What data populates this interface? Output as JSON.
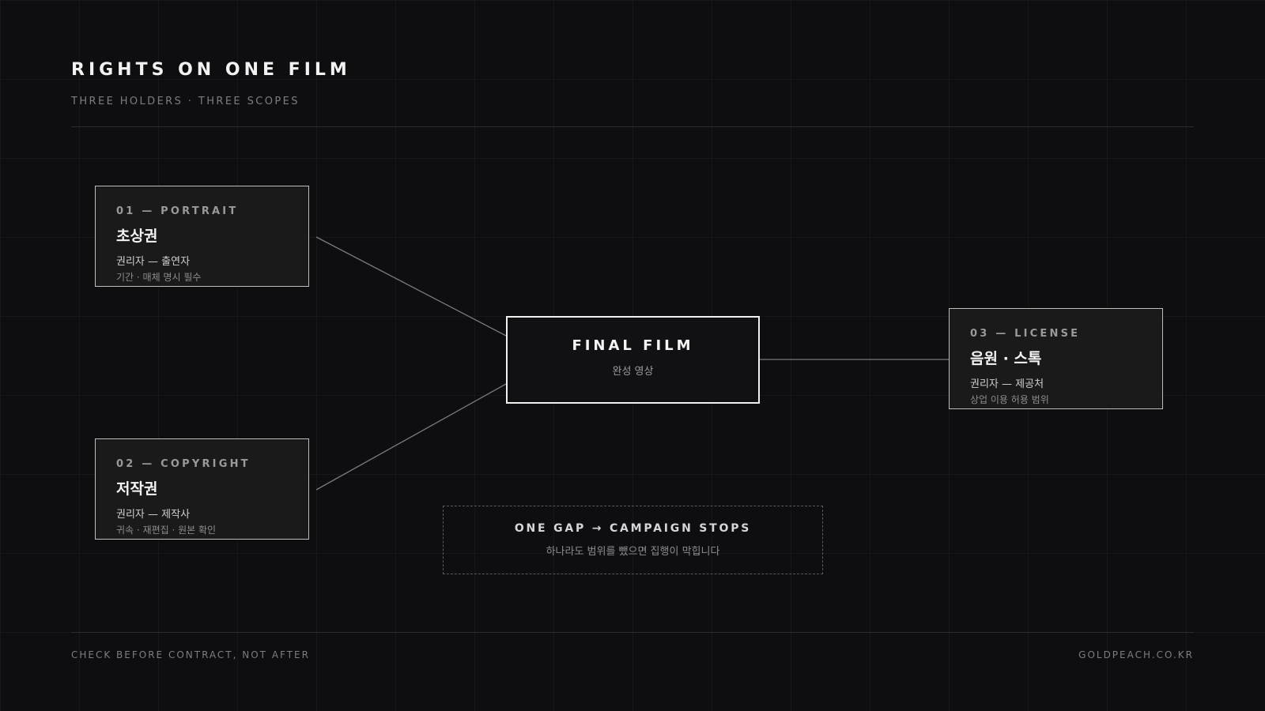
{
  "header": {
    "title": "RIGHTS ON ONE FILM",
    "subtitle": "THREE HOLDERS · THREE SCOPES"
  },
  "boxes": {
    "portrait": {
      "tag": "01 — PORTRAIT",
      "title": "초상권",
      "holder": "권리자 — 출연자",
      "note": "기간 · 매체 명시 필수"
    },
    "copyright": {
      "tag": "02 — COPYRIGHT",
      "title": "저작권",
      "holder": "권리자 — 제작사",
      "note": "귀속 · 재편집 · 원본 확인"
    },
    "license": {
      "tag": "03 — LICENSE",
      "title": "음원 · 스톡",
      "holder": "권리자 — 제공처",
      "note": "상업 이용 허용 범위"
    }
  },
  "final": {
    "title": "FINAL FILM",
    "subtitle": "완성 영상"
  },
  "gap": {
    "title": "ONE GAP → CAMPAIGN STOPS",
    "subtitle": "하나라도 범위를 뺐으면 집행이 막힙니다"
  },
  "footer": {
    "left": "CHECK BEFORE CONTRACT, NOT AFTER",
    "right": "GOLDPEACH.CO.KR"
  },
  "colors": {
    "background": "#0e0e10",
    "box_border": "#bdbdbd",
    "final_border": "#f0f0f0",
    "connector": "#7a7a7d"
  }
}
